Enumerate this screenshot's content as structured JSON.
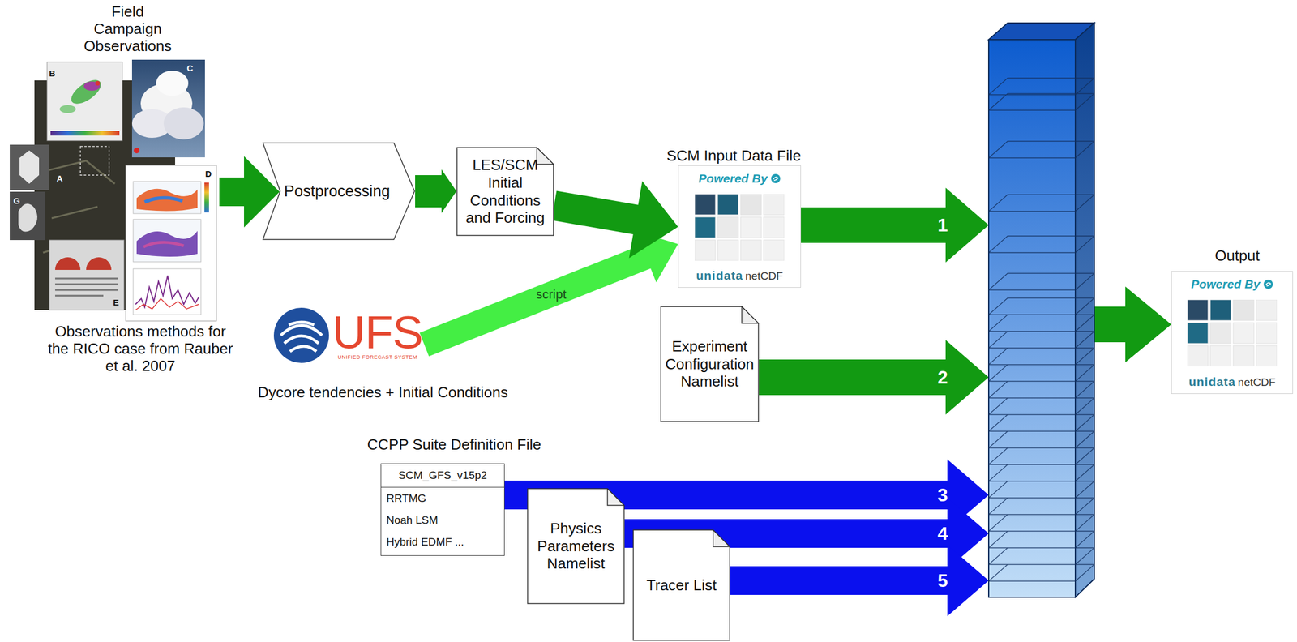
{
  "diagram": {
    "nodes": [
      {
        "text": [
          "Field Campaign Observations",
          "Observations methods for the RICO case from Rauber et al. 2007"
        ]
      },
      {
        "text": [
          "Postprocessing"
        ]
      },
      {
        "text": [
          "LES/SCM Initial Conditions and Forcing"
        ]
      },
      {
        "text": [
          "SCM Input Data File",
          "Powered By",
          "unidata",
          "netCDF"
        ]
      },
      {
        "text": [
          "UFS",
          "UNIFIED FORECAST SYSTEM",
          "Dycore tendencies + Initial Conditions"
        ]
      },
      {
        "text": [
          "Experiment Configuration Namelist"
        ]
      },
      {
        "text": [
          "CCPP Suite Definition File",
          "SCM_GFS_v15p2",
          "RRTMG",
          "Noah LSM",
          "Hybrid EDMF ..."
        ]
      },
      {
        "text": [
          "Physics Parameters Namelist"
        ]
      },
      {
        "text": [
          "Tracer List"
        ]
      },
      {
        "text": []
      },
      {
        "text": [
          "Output",
          "Powered By",
          "unidata",
          "netCDF"
        ]
      }
    ],
    "edges": [
      {
        "from": 0,
        "to": 1,
        "arrow": "to"
      },
      {
        "from": 1,
        "to": 2,
        "arrow": "to"
      },
      {
        "from": 2,
        "to": 3,
        "arrow": "to"
      },
      {
        "from": 4,
        "to": 3,
        "arrow": "to",
        "label": "script"
      },
      {
        "from": 3,
        "to": 9,
        "arrow": "to",
        "label": "1"
      },
      {
        "from": 5,
        "to": 9,
        "arrow": "to",
        "label": "2"
      },
      {
        "from": 6,
        "to": 9,
        "arrow": "to",
        "label": "3"
      },
      {
        "from": 7,
        "to": 9,
        "arrow": "to",
        "label": "4"
      },
      {
        "from": 8,
        "to": 9,
        "arrow": "to",
        "label": "5"
      },
      {
        "from": 9,
        "to": 10,
        "arrow": "to"
      }
    ],
    "labels": [
      "B",
      "C",
      "A",
      "D",
      "G",
      "E"
    ]
  }
}
